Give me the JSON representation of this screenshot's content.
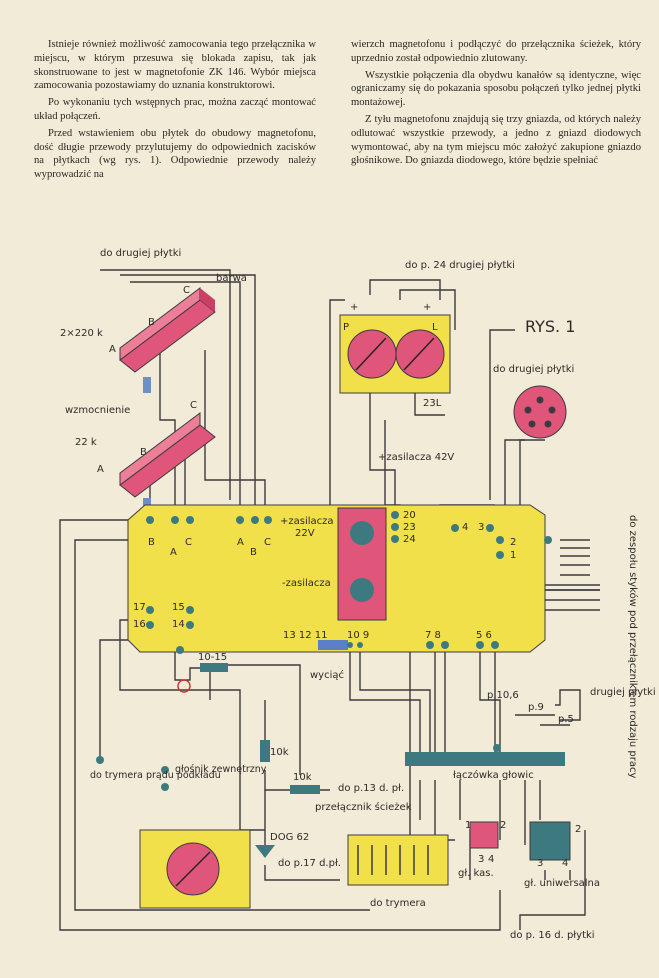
{
  "text": {
    "col1": [
      "Istnieje również możliwość zamocowania tego przełącznika w miejscu, w którym przesuwa się blokada zapisu, tak jak skonstruowane to jest w magnetofonie ZK 146. Wybór miejsca zamocowania pozostawiamy do uznania konstruktorowi.",
      "Po wykonaniu tych wstępnych prac, można zacząć montować układ połączeń.",
      "Przed wstawieniem obu płytek do obudowy magnetofonu, dość długie przewody przylutujemy do odpowiednich zacisków na płytkach (wg rys. 1). Odpowiednie przewody należy wyprowadzić na"
    ],
    "col2": [
      "wierzch magnetofonu i podłączyć do przełącznika ścieżek, który uprzednio został odpowiednio zlutowany.",
      "Wszystkie połączenia dla obydwu kanałów są identyczne, więc ograniczamy się do pokazania sposobu połączeń tylko jednej płytki montażowej.",
      "Z tyłu magnetofonu znajdują się trzy gniazda, od których należy odlutować wszystkie przewody, a jedno z gniazd diodowych wymontować, aby na tym miejscu móc założyć zakupione gniazdo głośnikowe. Do gniazda diodowego, które będzie spełniać"
    ]
  },
  "diagram": {
    "figure_title": "RYS. 1",
    "top_left_label": "do drugiej płytki",
    "top_mid_label": "do p. 24 drugiej płytki",
    "right_top_label": "do drugiej płytki",
    "pot1_label": "barwa",
    "pot1_value": "2×220 k",
    "pot2_label": "wzmocnienie",
    "pot2_value": "22 k",
    "pot_letter_a": "A",
    "pot_letter_b": "B",
    "pot_letter_c": "C",
    "meter_p": "P",
    "meter_l": "L",
    "meter_plus": "+",
    "meter_23l": "23L",
    "supply_42": "+zasilacza 42V",
    "supply_plus": "+zasilacza",
    "supply_22v": "22V",
    "supply_minus": "-zasilacza",
    "pins_20": "20",
    "pins_23": "23",
    "pins_24": "24",
    "pin_4": "4",
    "pin_3": "3",
    "pin_2": "2",
    "pin_1": "1",
    "pin_17": "17",
    "pin_16": "16",
    "pin_15": "15",
    "pin_14": "14",
    "pins_13_11": "13 12 11",
    "pins_10_9": "10 9",
    "pins_7_8": "7 8",
    "pins_5_6": "5 6",
    "right_vertical": "do zespołu styków pod przełącznikiem rodzaju pracy",
    "res_10_15": "10-15",
    "wycisc": "wyciąć",
    "p10_6": "p.10,6",
    "p9": "p.9",
    "p5": "p.5",
    "drugiej_plytki": "drugiej płytki",
    "res_10k_a": "10k",
    "res_10k_b": "10k",
    "trymer1": "do trymera prądu podkładu",
    "speaker_ext": "głośnik zewnętrzny",
    "to_p13": "do p.13 d. pł.",
    "head_conn": "łączówka głowic",
    "switch_label": "przełącznik ścieżek",
    "dog62": "DOG 62",
    "to_p17": "do p.17 d.pł.",
    "gl_kas": "gł. kas.",
    "gl_uni": "gł. uniwersalna",
    "trymer2": "do trymera",
    "to_p16": "do p. 16 d. płytki",
    "n1": "1",
    "n2": "2",
    "n3": "3",
    "n4": "4"
  },
  "colors": {
    "board": "#f2e04a",
    "pot": "#e0557a",
    "wire": "#3d3a3f",
    "paper": "#f1ebd8",
    "teal": "#3d7a80"
  }
}
